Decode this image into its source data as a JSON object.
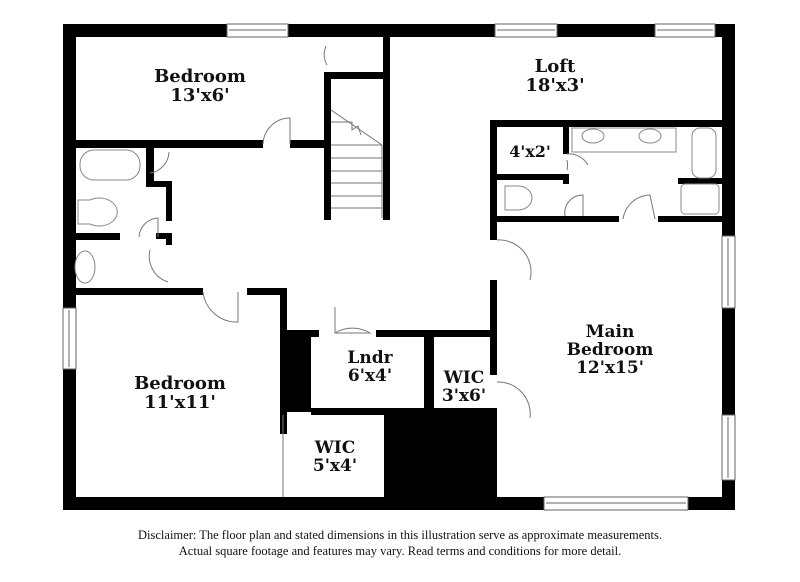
{
  "floor_plan": {
    "rooms": [
      {
        "id": "bedroom-top",
        "name": "Bedroom",
        "dimensions": "13'x6'"
      },
      {
        "id": "loft",
        "name": "Loft",
        "dimensions": "18'x3'"
      },
      {
        "id": "closet-small",
        "name": "",
        "dimensions": "4'x2'"
      },
      {
        "id": "laundry",
        "name": "Lndr",
        "dimensions": "6'x4'"
      },
      {
        "id": "wic-main",
        "name": "WIC",
        "dimensions": "3'x6'"
      },
      {
        "id": "main-bedroom",
        "name_line1": "Main",
        "name_line2": "Bedroom",
        "dimensions": "12'x15'"
      },
      {
        "id": "bedroom-bottom",
        "name": "Bedroom",
        "dimensions": "11'x11'"
      },
      {
        "id": "wic-bedroom",
        "name": "WIC",
        "dimensions": "5'x4'"
      }
    ],
    "colors": {
      "wall": "#000000",
      "fixture": "#777777",
      "background": "#ffffff"
    }
  },
  "disclaimer": {
    "line1": "Disclaimer: The floor plan and stated dimensions in this illustration serve as approximate measurements.",
    "line2": "Actual square footage and features may vary. Read terms and conditions for more detail."
  }
}
